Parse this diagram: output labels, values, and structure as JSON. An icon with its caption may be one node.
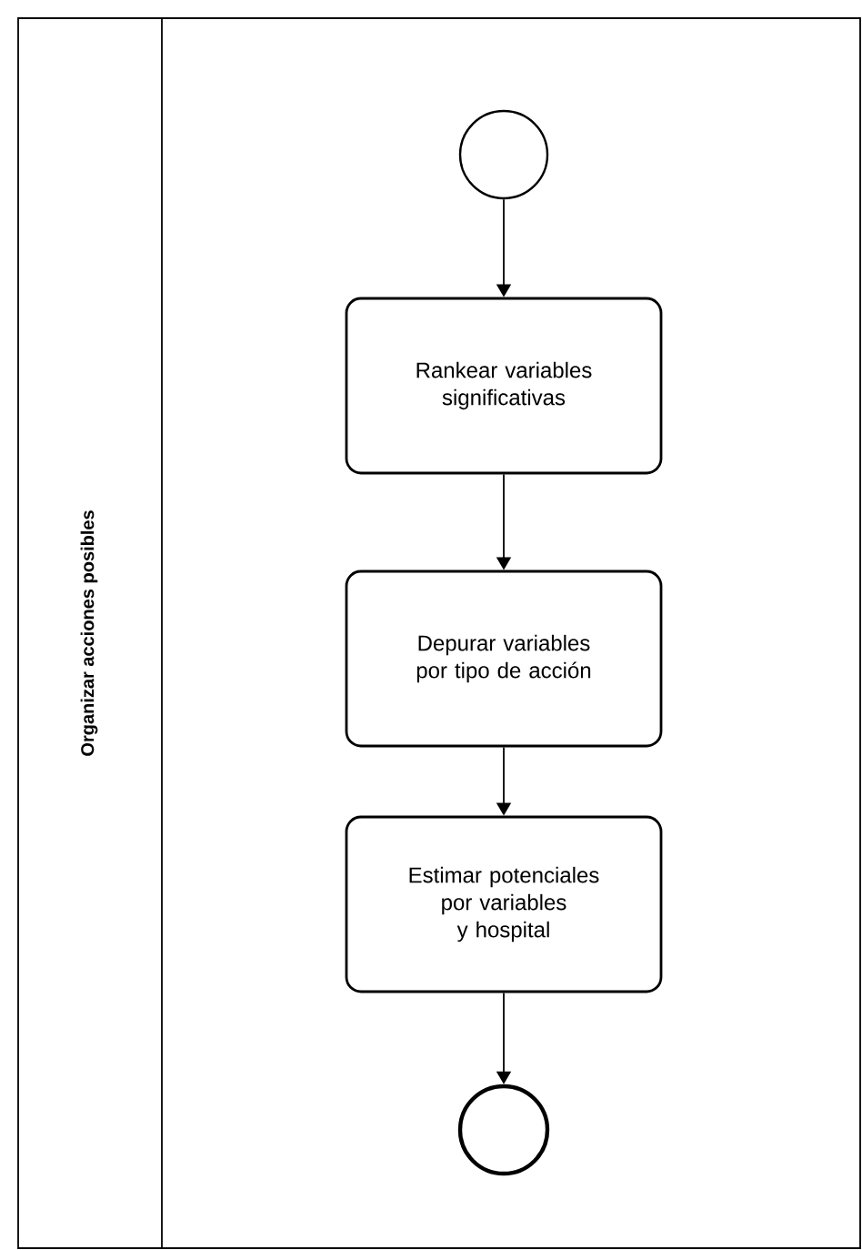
{
  "diagram": {
    "nodes": [
      {
        "text": [
          "Organizar acciones posibles"
        ]
      },
      {
        "text": [],
        "shape": "circle",
        "in": 0
      },
      {
        "text": [
          "Rankear variables significativas"
        ],
        "in": 0
      },
      {
        "text": [
          "Depurar variables por tipo de acción"
        ],
        "in": 0
      },
      {
        "text": [
          "Estimar potenciales por variables y hospital"
        ],
        "in": 0
      },
      {
        "text": [],
        "shape": "circle",
        "in": 0
      }
    ],
    "edges": [
      {
        "from": 1,
        "to": 2,
        "arrow": "to"
      },
      {
        "from": 2,
        "to": 3,
        "arrow": "to"
      },
      {
        "from": 3,
        "to": 4,
        "arrow": "to"
      },
      {
        "from": 4,
        "to": 5,
        "arrow": "to"
      }
    ]
  }
}
